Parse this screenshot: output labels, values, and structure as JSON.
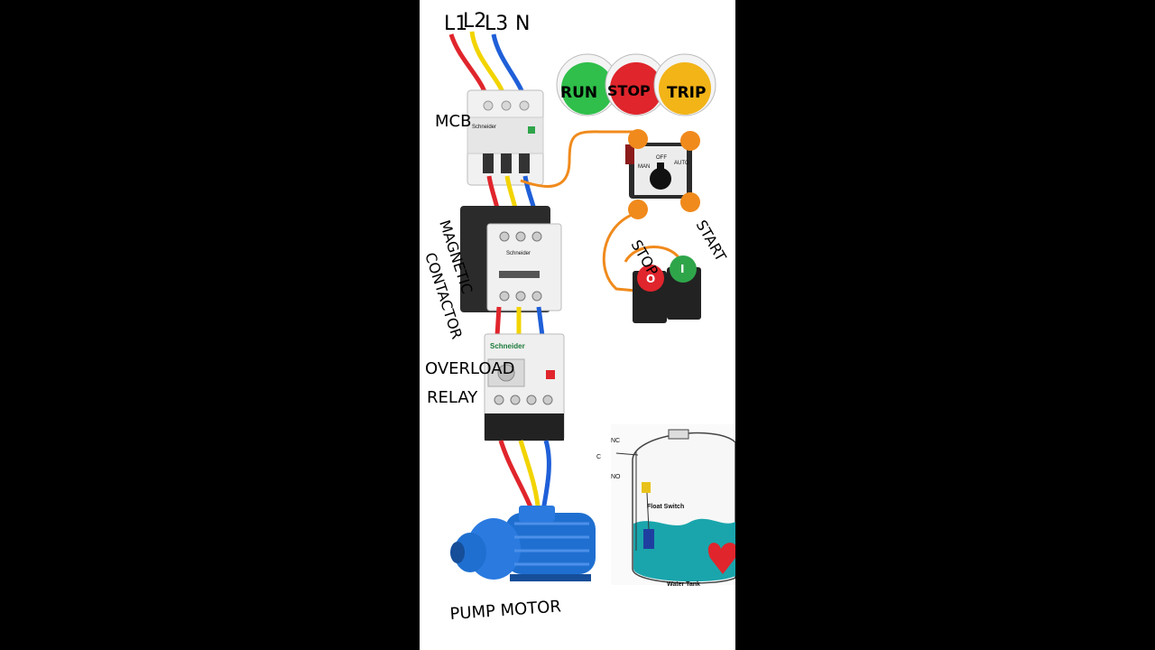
{
  "supply": {
    "l1": "L1",
    "l2": "L2",
    "l3": "L3",
    "n": "N"
  },
  "components": {
    "mcb": "MCB",
    "contactor_line1": "MAGNETIC",
    "contactor_line2": "CONTACTOR",
    "overload_line1": "OVERLOAD",
    "overload_line2": "RELAY",
    "motor": "PUMP MOTOR"
  },
  "lamps": [
    {
      "label": "RUN",
      "color": "#2fbf4a"
    },
    {
      "label": "STOP",
      "color": "#e0252c"
    },
    {
      "label": "TRIP",
      "color": "#f2b417"
    }
  ],
  "selector": {
    "man": "MAN",
    "off": "OFF",
    "auto": "AUTO"
  },
  "buttons": {
    "stop": "STOP",
    "start": "START",
    "stop_symbol": "O",
    "start_symbol": "I"
  },
  "tank": {
    "nc": "NC",
    "c": "C",
    "no": "NO",
    "float_switch": "Float Switch",
    "label": "Water Tank"
  },
  "brand": "Schneider",
  "colors": {
    "l1": "#e0252c",
    "l2": "#f2d400",
    "l3": "#1f5fd8",
    "control": "#f08a1c",
    "motor": "#1f6fd0"
  }
}
